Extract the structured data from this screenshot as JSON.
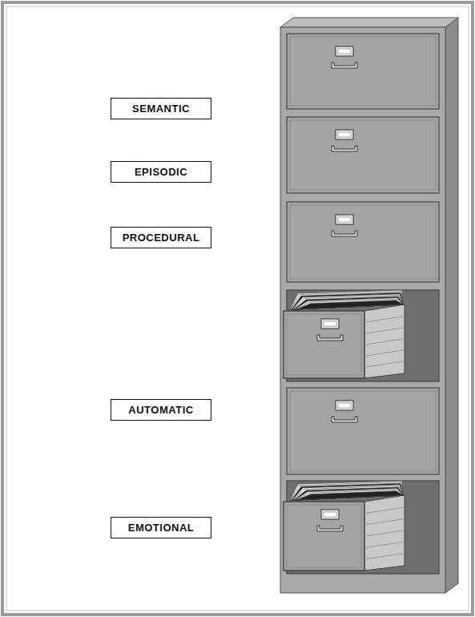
{
  "diagram": {
    "nodes": [
      {
        "text": [
          "SEMANTIC"
        ]
      },
      {
        "text": [
          "EPISODIC"
        ]
      },
      {
        "text": [
          "PROCEDURAL"
        ]
      },
      {
        "text": [
          "AUTOMATIC"
        ]
      },
      {
        "text": [
          "EMOTIONAL"
        ]
      }
    ]
  }
}
